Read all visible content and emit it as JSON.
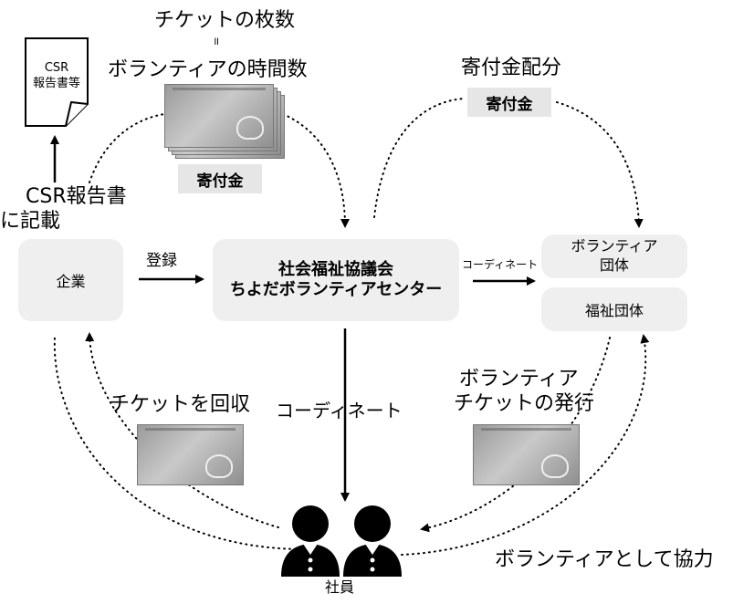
{
  "top_caption": {
    "line1": "チケットの枚数",
    "equals": "॥",
    "line2": "ボランティアの時間数"
  },
  "csr_doc": {
    "line1": "CSR",
    "line2": "報告書等"
  },
  "csr_caption": {
    "line1": "CSR報告書",
    "line2": "に記載"
  },
  "tag_left": "寄付金",
  "donation_caption": "寄付金配分",
  "tag_right": "寄付金",
  "company": "企業",
  "register": "登録",
  "center": {
    "line1": "社会福祉協議会",
    "line2": "ちよだボランティアセンター"
  },
  "coordinate_small": "コーディネート",
  "volunteer_group": {
    "line1": "ボランティア",
    "line2": "団体"
  },
  "welfare_group": "福祉団体",
  "collect_ticket": "チケットを回収",
  "coordinate": "コーディネート",
  "issue_ticket": {
    "line1": "ボランティア",
    "line2": "チケットの発行"
  },
  "cooperate": "ボランティアとして協力",
  "employees": "社員",
  "colors": {
    "box_fill": "#efefef",
    "tag_fill": "#e6e6e6",
    "line": "#000000"
  }
}
